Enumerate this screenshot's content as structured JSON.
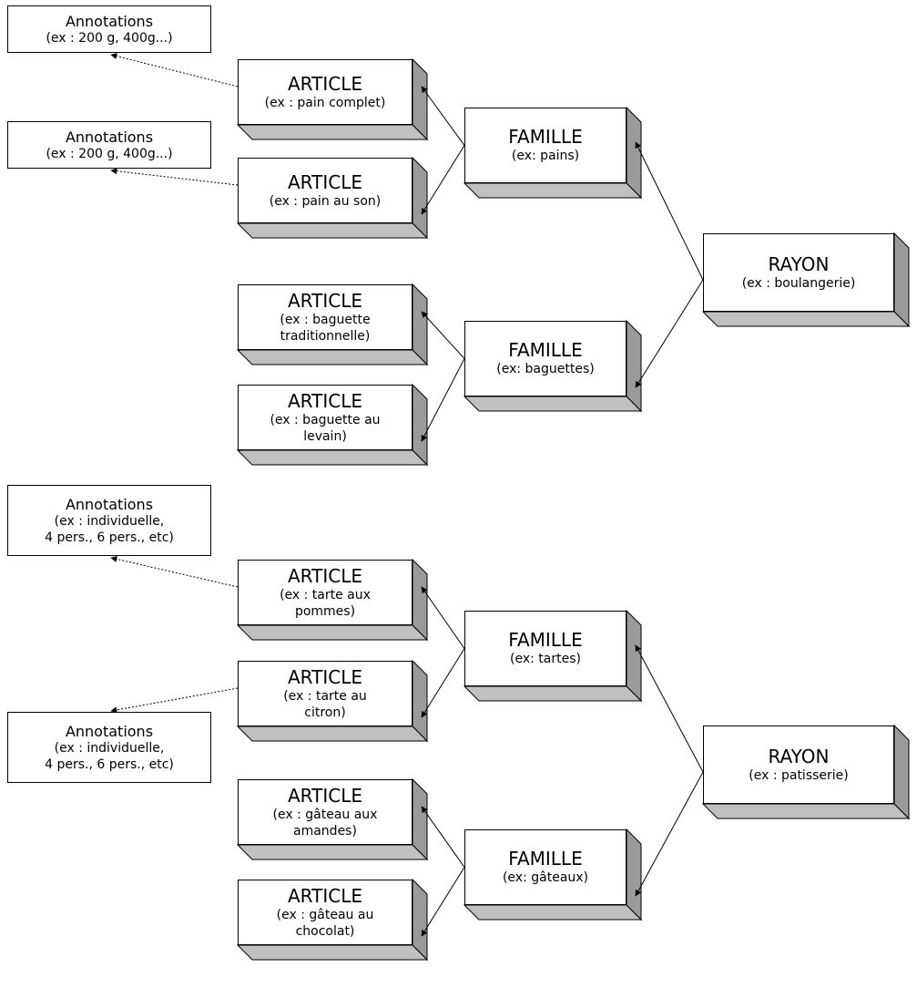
{
  "colors": {
    "line": "#000000",
    "box_fill": "#ffffff",
    "box_shadow": "#c0c0c0",
    "box_shadow_dark": "#9a9a9a"
  },
  "rayons": [
    {
      "title": "RAYON",
      "example": "(ex : boulangerie)"
    },
    {
      "title": "RAYON",
      "example": "(ex : patisserie)"
    }
  ],
  "familles": [
    {
      "title": "FAMILLE",
      "example": "(ex: pains)"
    },
    {
      "title": "FAMILLE",
      "example": "(ex: baguettes)"
    },
    {
      "title": "FAMILLE",
      "example": "(ex: tartes)"
    },
    {
      "title": "FAMILLE",
      "example": "(ex: gâteaux)"
    }
  ],
  "articles": [
    {
      "title": "ARTICLE",
      "example": "(ex : pain complet)"
    },
    {
      "title": "ARTICLE",
      "example": "(ex : pain au son)"
    },
    {
      "title": "ARTICLE",
      "example": "(ex : baguette\ntraditionnelle)"
    },
    {
      "title": "ARTICLE",
      "example": "(ex : baguette au\nlevain)"
    },
    {
      "title": "ARTICLE",
      "example": "(ex : tarte aux\npommes)"
    },
    {
      "title": "ARTICLE",
      "example": "(ex : tarte au\ncitron)"
    },
    {
      "title": "ARTICLE",
      "example": "(ex : gâteau aux\namandes)"
    },
    {
      "title": "ARTICLE",
      "example": "(ex : gâteau au\nchocolat)"
    }
  ],
  "annotations": [
    {
      "title": "Annotations",
      "example": "(ex : 200 g, 400g...)"
    },
    {
      "title": "Annotations",
      "example": "(ex : 200 g, 400g...)"
    },
    {
      "title": "Annotations",
      "example": "(ex : individuelle,\n4 pers., 6 pers., etc)"
    },
    {
      "title": "Annotations",
      "example": "(ex : individuelle,\n4 pers., 6 pers., etc)"
    }
  ]
}
